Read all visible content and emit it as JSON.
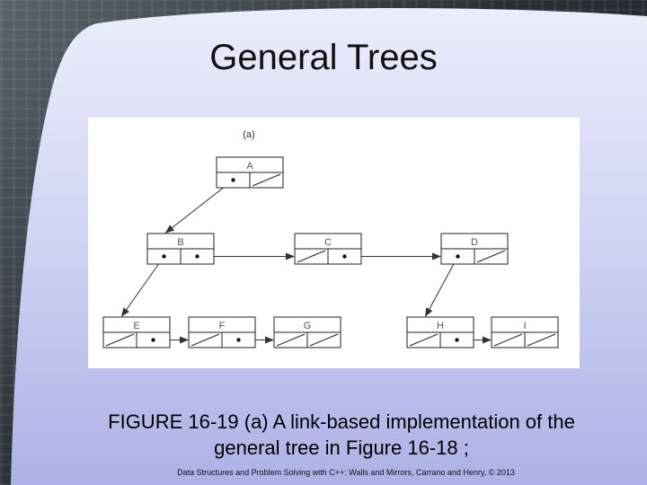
{
  "slide": {
    "title": "General Trees",
    "caption_line1": "FIGURE 16-19 (a) A link-based implementation of the",
    "caption_line2": "general tree in Figure 16-18 ;",
    "footer": "Data Structures and Problem Solving with C++: Walls and Mirrors, Carrano and Henry, © 2013"
  },
  "figure": {
    "panel_label": "(a)",
    "nodes": [
      {
        "id": "A",
        "label": "A",
        "child": "pointer",
        "sibling": "null"
      },
      {
        "id": "B",
        "label": "B",
        "child": "pointer",
        "sibling": "pointer"
      },
      {
        "id": "C",
        "label": "C",
        "child": "null",
        "sibling": "pointer"
      },
      {
        "id": "D",
        "label": "D",
        "child": "pointer",
        "sibling": "null"
      },
      {
        "id": "E",
        "label": "E",
        "child": "null",
        "sibling": "pointer"
      },
      {
        "id": "F",
        "label": "F",
        "child": "null",
        "sibling": "pointer"
      },
      {
        "id": "G",
        "label": "G",
        "child": "null",
        "sibling": "null"
      },
      {
        "id": "H",
        "label": "H",
        "child": "null",
        "sibling": "pointer"
      },
      {
        "id": "I",
        "label": "I",
        "child": "null",
        "sibling": "null"
      }
    ],
    "edges": [
      {
        "from": "A",
        "to": "B",
        "kind": "child"
      },
      {
        "from": "B",
        "to": "C",
        "kind": "sibling"
      },
      {
        "from": "C",
        "to": "D",
        "kind": "sibling"
      },
      {
        "from": "B",
        "to": "E",
        "kind": "child"
      },
      {
        "from": "E",
        "to": "F",
        "kind": "sibling"
      },
      {
        "from": "F",
        "to": "G",
        "kind": "sibling"
      },
      {
        "from": "D",
        "to": "H",
        "kind": "child"
      },
      {
        "from": "H",
        "to": "I",
        "kind": "sibling"
      }
    ]
  }
}
